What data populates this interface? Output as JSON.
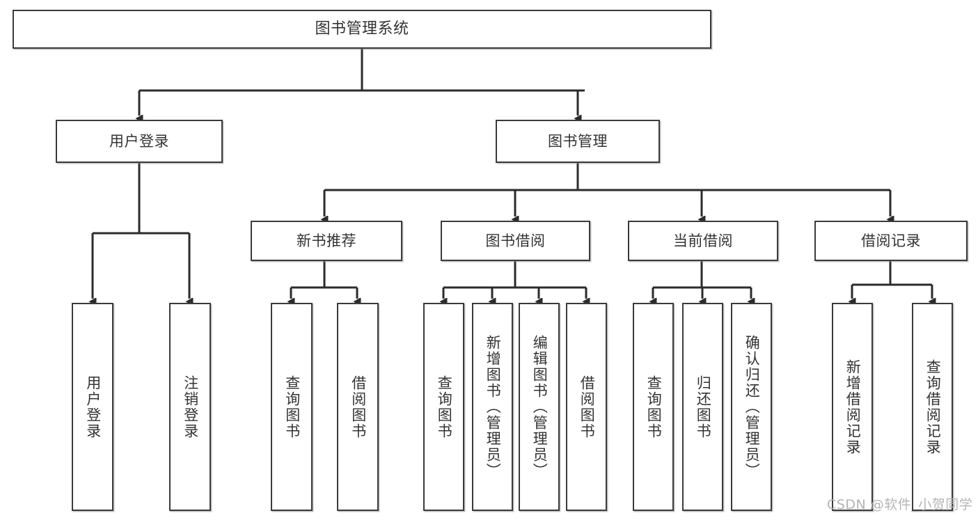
{
  "diagram": {
    "title": "图书管理系统",
    "type": "tree",
    "orientation": "top-down",
    "watermark": "CSDN @软件_小贺同学",
    "colors": {
      "background": "#ffffff",
      "node_border": "#3a3a3a",
      "node_fill": "#ffffff",
      "text": "#333333",
      "edge": "#2b2b2b",
      "watermark": "#b4b4b4"
    },
    "nodes": {
      "root": {
        "label": "图书管理系统"
      },
      "level2": [
        {
          "id": "user-login",
          "label": "用户登录"
        },
        {
          "id": "book-management",
          "label": "图书管理"
        }
      ],
      "level3": [
        {
          "id": "new-book-recommend",
          "label": "新书推荐"
        },
        {
          "id": "book-borrow",
          "label": "图书借阅"
        },
        {
          "id": "current-borrow",
          "label": "当前借阅"
        },
        {
          "id": "borrow-record",
          "label": "借阅记录"
        }
      ],
      "leaves": {
        "user-login": [
          {
            "id": "leaf-user-login",
            "label": "用户登录"
          },
          {
            "id": "leaf-logout-login",
            "label": "注销登录"
          }
        ],
        "new-book-recommend": [
          {
            "id": "leaf-query-book-1",
            "label": "查询图书"
          },
          {
            "id": "leaf-borrow-book-1",
            "label": "借阅图书"
          }
        ],
        "book-borrow": [
          {
            "id": "leaf-query-book-2",
            "label": "查询图书"
          },
          {
            "id": "leaf-add-book",
            "label": "新增图书（管理员）"
          },
          {
            "id": "leaf-edit-book",
            "label": "编辑图书（管理员）"
          },
          {
            "id": "leaf-borrow-book-2",
            "label": "借阅图书"
          }
        ],
        "current-borrow": [
          {
            "id": "leaf-query-book-3",
            "label": "查询图书"
          },
          {
            "id": "leaf-return-book",
            "label": "归还图书"
          },
          {
            "id": "leaf-confirm-return",
            "label": "确认归还（管理员）"
          }
        ],
        "borrow-record": [
          {
            "id": "leaf-add-record",
            "label": "新增借阅记录"
          },
          {
            "id": "leaf-query-record",
            "label": "查询借阅记录"
          }
        ]
      }
    },
    "edges": [
      {
        "from": "root",
        "to": "user-login"
      },
      {
        "from": "root",
        "to": "book-management"
      },
      {
        "from": "book-management",
        "to": "new-book-recommend"
      },
      {
        "from": "book-management",
        "to": "book-borrow"
      },
      {
        "from": "book-management",
        "to": "current-borrow"
      },
      {
        "from": "book-management",
        "to": "borrow-record"
      },
      {
        "from": "user-login",
        "to": "leaf-user-login"
      },
      {
        "from": "user-login",
        "to": "leaf-logout-login"
      },
      {
        "from": "new-book-recommend",
        "to": "leaf-query-book-1"
      },
      {
        "from": "new-book-recommend",
        "to": "leaf-borrow-book-1"
      },
      {
        "from": "book-borrow",
        "to": "leaf-query-book-2"
      },
      {
        "from": "book-borrow",
        "to": "leaf-add-book"
      },
      {
        "from": "book-borrow",
        "to": "leaf-edit-book"
      },
      {
        "from": "book-borrow",
        "to": "leaf-borrow-book-2"
      },
      {
        "from": "current-borrow",
        "to": "leaf-query-book-3"
      },
      {
        "from": "current-borrow",
        "to": "leaf-return-book"
      },
      {
        "from": "current-borrow",
        "to": "leaf-confirm-return"
      },
      {
        "from": "borrow-record",
        "to": "leaf-add-record"
      },
      {
        "from": "borrow-record",
        "to": "leaf-query-record"
      }
    ]
  }
}
